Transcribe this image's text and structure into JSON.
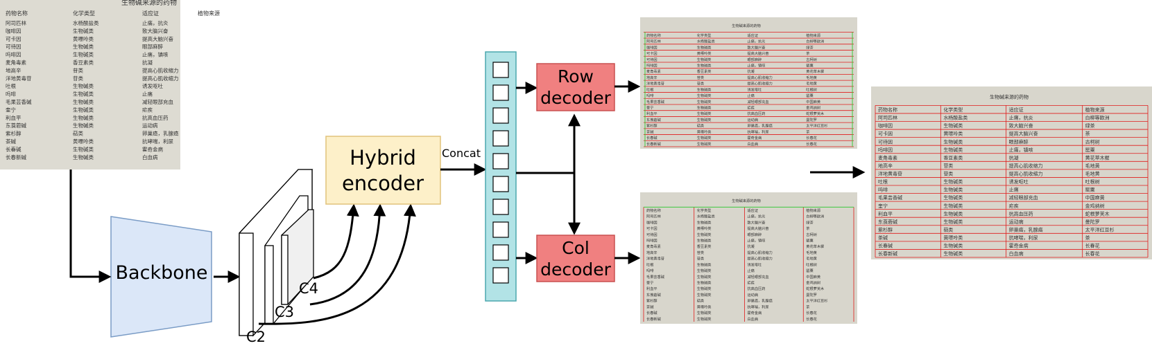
{
  "blocks": {
    "backbone": "Backbone",
    "encoder_line1": "Hybrid",
    "encoder_line2": "encoder",
    "row_line1": "Row",
    "row_line2": "decoder",
    "col_line1": "Col",
    "col_line2": "decoder",
    "concat": "Concat"
  },
  "features": [
    "C2",
    "C3",
    "C4"
  ],
  "colors": {
    "backbone_fill": "#dbe7f8",
    "backbone_stroke": "#7a9cc6",
    "encoder_fill": "#fdf0c9",
    "encoder_stroke": "#e1c27a",
    "token_fill": "#b2e3e6",
    "token_stroke": "#4aa7ad",
    "decoder_fill": "#f08080",
    "decoder_stroke": "#c85050",
    "table_line": "#e01a1a",
    "split_line": "#3cc83c",
    "paper": "#d8d6cc"
  },
  "table": {
    "title": "生物碱来源的药物",
    "headers": [
      "药物名称",
      "化学类型",
      "适应证",
      "植物来源"
    ],
    "rows": [
      [
        "阿司匹林",
        "水杨酸盐类",
        "止痛，抗炎",
        "白柳等欧洲"
      ],
      [
        "咖啡因",
        "生物碱类",
        "致大脑兴奋",
        "绿茶"
      ],
      [
        "可卡因",
        "黄嘌呤类",
        "提高大脑兴奋",
        "茶"
      ],
      [
        "可待因",
        "生物碱类",
        "眼部麻醉",
        "古柯树"
      ],
      [
        "吗啡因",
        "生物碱类",
        "止痛，镇咳",
        "罂粟"
      ],
      [
        "麦角毒素",
        "香豆素类",
        "抗凝",
        "黄花草木樨"
      ],
      [
        "地高辛",
        "苷类",
        "提高心肌收缩力",
        "毛地黄"
      ],
      [
        "洋地黄毒苷",
        "苷类",
        "提高心肌收缩力",
        "毛地黄"
      ],
      [
        "吐根",
        "生物碱类",
        "诱发呕吐",
        "吐根树"
      ],
      [
        "吗啡",
        "生物碱类",
        "止痛",
        "罂粟"
      ],
      [
        "毛果芸香碱",
        "生物碱类",
        "减轻眼部充血",
        "中国麻黄"
      ],
      [
        "奎宁",
        "生物碱类",
        "疟疾",
        "金鸡纳树"
      ],
      [
        "利血平",
        "生物碱类",
        "抗高血压药",
        "蛇根萝芙木"
      ],
      [
        "东莨菪碱",
        "生物碱类",
        "运动病",
        "曼陀罗"
      ],
      [
        "紫杉醇",
        "萜类",
        "卵巢癌，乳腺癌",
        "太平洋红豆杉"
      ],
      [
        "茶碱",
        "黄嘌呤类",
        "抗哮喘，利尿",
        "茶"
      ],
      [
        "长春碱",
        "生物碱类",
        "霍奇金病",
        "长春花"
      ],
      [
        "长春新碱",
        "生物碱类",
        "白血病",
        "长春花"
      ]
    ]
  }
}
